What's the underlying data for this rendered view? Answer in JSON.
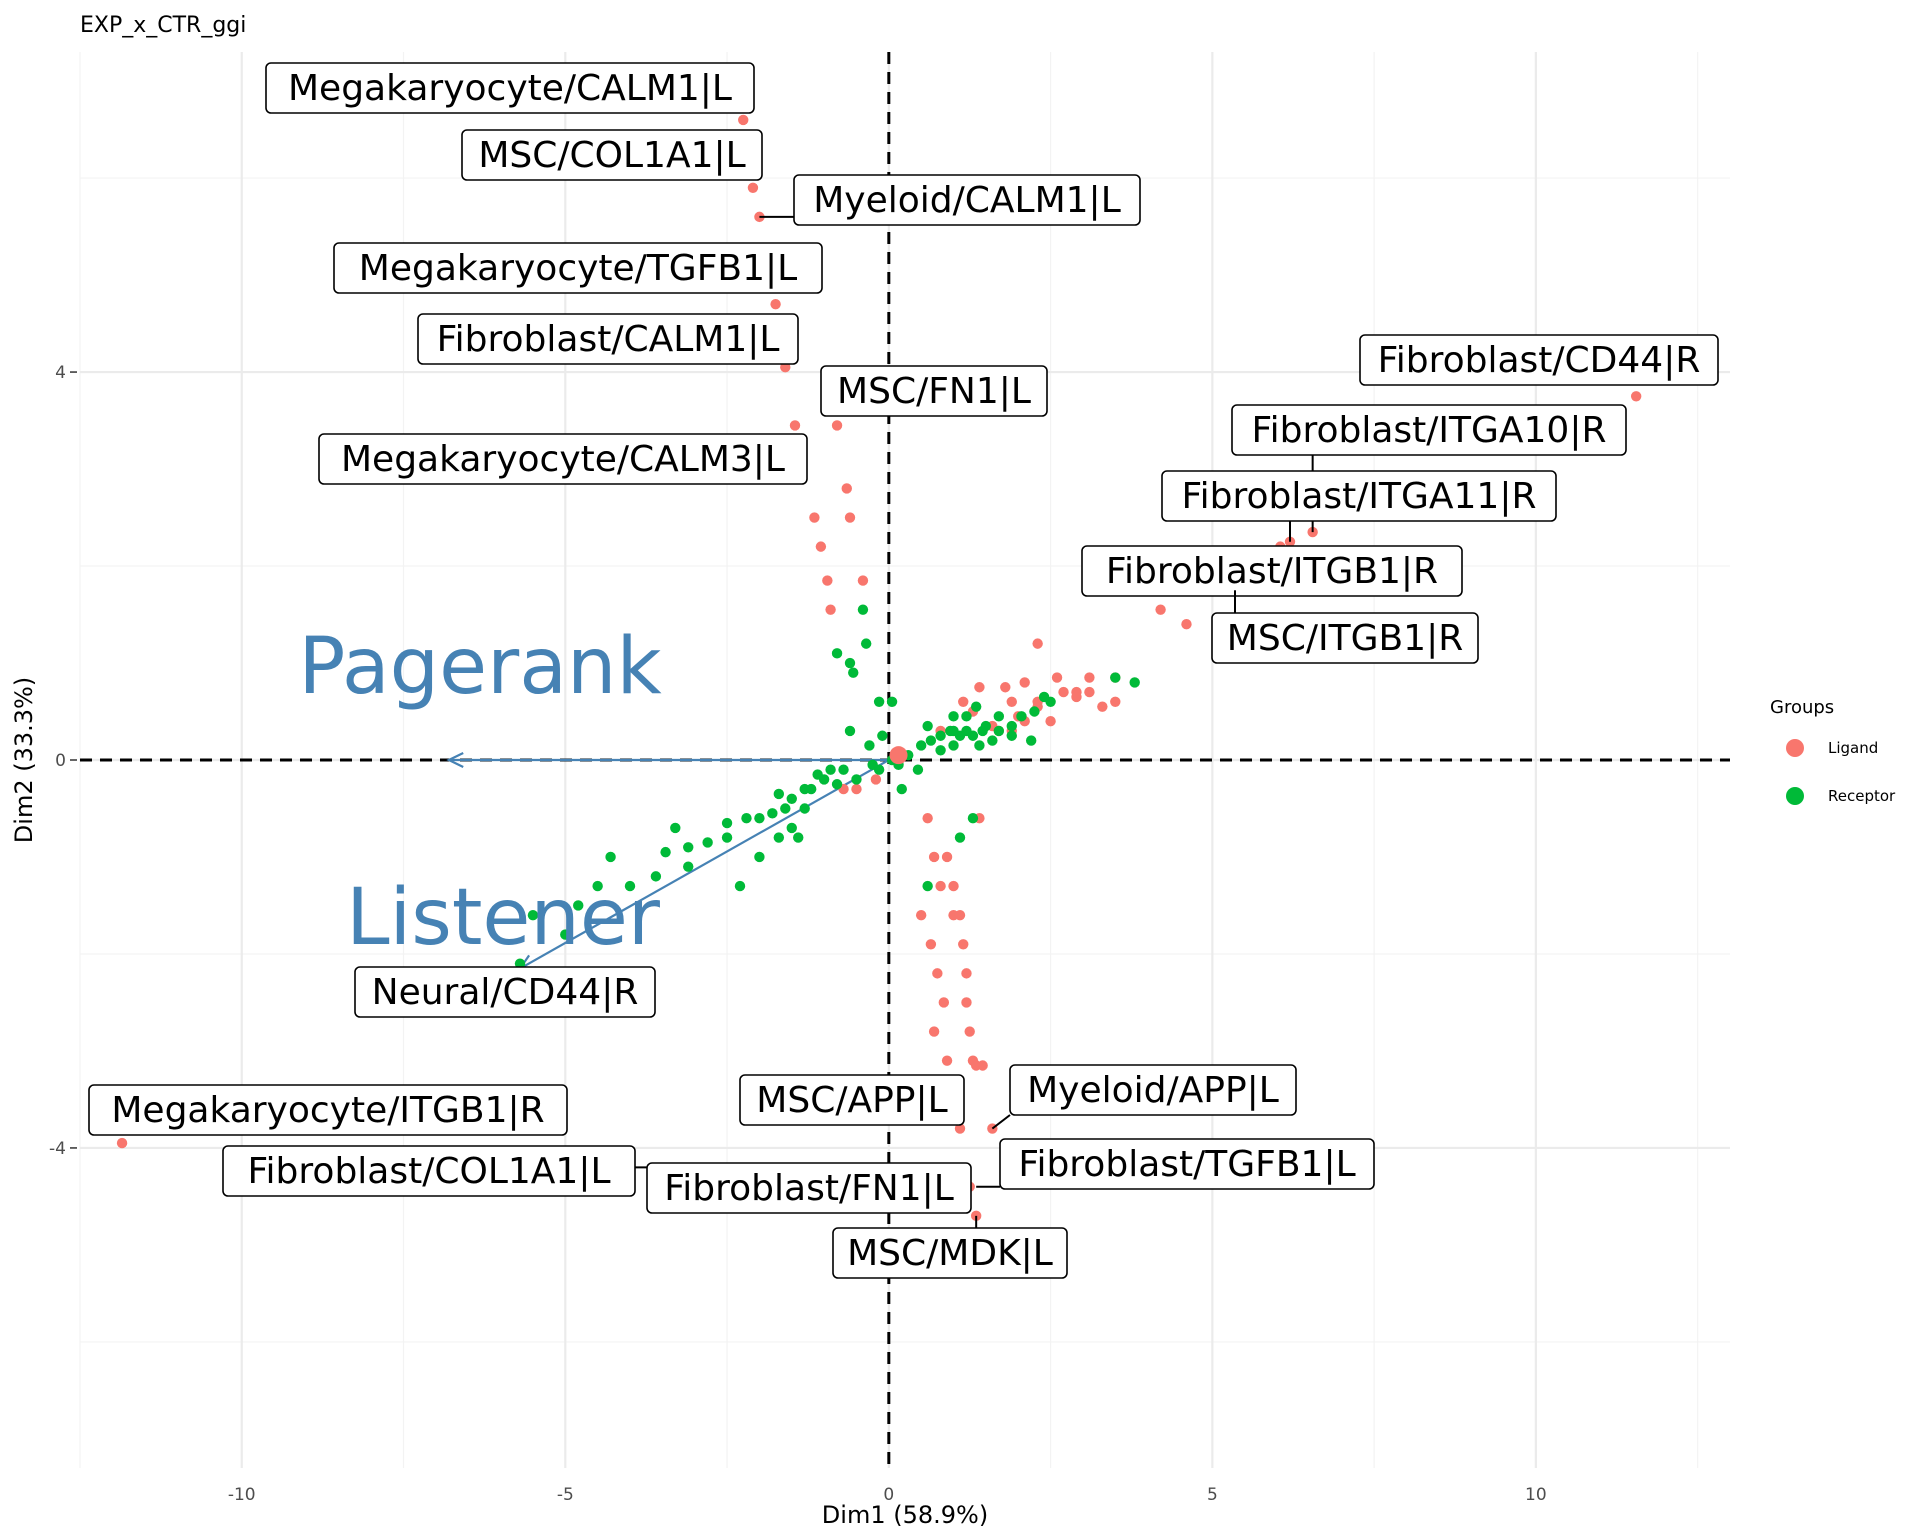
{
  "chart_data": {
    "type": "scatter",
    "title": "EXP_x_CTR_ggi",
    "xlabel": "Dim1 (58.9%)",
    "ylabel": "Dim2 (33.3%)",
    "xlim": [
      -12.5,
      13
    ],
    "ylim": [
      -7.3,
      7.3
    ],
    "x_ticks": [
      -10,
      -5,
      0,
      5,
      10
    ],
    "x_tick_labels": [
      "-10",
      "-5",
      "0",
      "5",
      "10"
    ],
    "y_ticks": [
      4,
      0,
      -4
    ],
    "y_tick_labels": [
      "4",
      "0",
      "-4"
    ],
    "grid": true,
    "reference_lines": {
      "x": 0,
      "y": 0,
      "style": "dashed"
    },
    "legend": {
      "title": "Groups",
      "placement": "right",
      "entries": [
        {
          "label": "Ligand",
          "color": "#F8766D"
        },
        {
          "label": "Receptor",
          "color": "#00BA38"
        }
      ]
    },
    "series": [
      {
        "name": "Ligand",
        "color": "#F8766D",
        "points": [
          [
            -2.25,
            6.6
          ],
          [
            -2.1,
            5.9
          ],
          [
            -2.0,
            5.6
          ],
          [
            -1.75,
            4.7
          ],
          [
            -1.6,
            4.05
          ],
          [
            -1.45,
            3.45
          ],
          [
            -1.35,
            3.1
          ],
          [
            -0.8,
            3.45
          ],
          [
            -0.65,
            2.8
          ],
          [
            -1.15,
            2.5
          ],
          [
            -0.6,
            2.5
          ],
          [
            -1.05,
            2.2
          ],
          [
            -0.95,
            1.85
          ],
          [
            -0.4,
            1.85
          ],
          [
            -0.9,
            1.55
          ],
          [
            1.4,
            -0.6
          ],
          [
            0.6,
            -0.6
          ],
          [
            0.7,
            -1.0
          ],
          [
            0.9,
            -1.0
          ],
          [
            1.0,
            -1.3
          ],
          [
            0.8,
            -1.3
          ],
          [
            1.0,
            -1.6
          ],
          [
            1.1,
            -1.6
          ],
          [
            0.5,
            -1.6
          ],
          [
            1.15,
            -1.9
          ],
          [
            0.65,
            -1.9
          ],
          [
            1.2,
            -2.2
          ],
          [
            0.75,
            -2.2
          ],
          [
            1.2,
            -2.5
          ],
          [
            0.85,
            -2.5
          ],
          [
            1.25,
            -2.8
          ],
          [
            0.7,
            -2.8
          ],
          [
            1.3,
            -3.1
          ],
          [
            0.9,
            -3.1
          ],
          [
            1.35,
            -3.15
          ],
          [
            1.45,
            -3.15
          ],
          [
            1.1,
            -3.8
          ],
          [
            1.6,
            -3.8
          ],
          [
            1.25,
            -4.4
          ],
          [
            1.35,
            -4.7
          ],
          [
            0.2,
            0.05
          ],
          [
            0.1,
            0.0
          ],
          [
            -0.5,
            -0.3
          ],
          [
            -0.7,
            -0.3
          ],
          [
            -0.2,
            -0.2
          ],
          [
            1.9,
            0.6
          ],
          [
            2.3,
            0.6
          ],
          [
            2.0,
            0.45
          ],
          [
            2.1,
            0.4
          ],
          [
            1.6,
            0.35
          ],
          [
            2.5,
            0.4
          ],
          [
            2.7,
            0.7
          ],
          [
            2.9,
            0.7
          ],
          [
            3.1,
            0.7
          ],
          [
            2.9,
            0.65
          ],
          [
            3.3,
            0.55
          ],
          [
            3.5,
            0.6
          ],
          [
            2.3,
            0.55
          ],
          [
            1.3,
            0.5
          ],
          [
            1.15,
            0.6
          ],
          [
            1.4,
            0.75
          ],
          [
            1.8,
            0.75
          ],
          [
            2.1,
            0.8
          ],
          [
            2.6,
            0.85
          ],
          [
            3.1,
            0.85
          ],
          [
            3.5,
            0.85
          ],
          [
            2.3,
            1.2
          ],
          [
            1.7,
            0.3
          ],
          [
            0.8,
            0.3
          ],
          [
            1.9,
            0.3
          ],
          [
            4.2,
            1.55
          ],
          [
            4.6,
            1.4
          ],
          [
            5.35,
            1.75
          ],
          [
            6.2,
            2.25
          ],
          [
            6.55,
            2.35
          ],
          [
            6.05,
            2.2
          ],
          [
            11.55,
            3.75
          ],
          [
            -11.85,
            -3.95
          ]
        ]
      },
      {
        "name": "Receptor",
        "color": "#00BA38",
        "points": [
          [
            -0.4,
            1.55
          ],
          [
            -0.35,
            1.2
          ],
          [
            -0.6,
            1.0
          ],
          [
            -0.8,
            1.1
          ],
          [
            -0.55,
            0.9
          ],
          [
            -0.15,
            0.6
          ],
          [
            0.05,
            0.6
          ],
          [
            -0.6,
            0.3
          ],
          [
            -0.1,
            0.25
          ],
          [
            -0.3,
            0.15
          ],
          [
            -0.5,
            -0.2
          ],
          [
            -0.7,
            -0.1
          ],
          [
            -0.9,
            -0.1
          ],
          [
            -1.0,
            -0.2
          ],
          [
            -1.1,
            -0.15
          ],
          [
            -1.2,
            -0.3
          ],
          [
            -1.3,
            -0.3
          ],
          [
            -1.5,
            -0.4
          ],
          [
            -1.6,
            -0.5
          ],
          [
            -1.7,
            -0.35
          ],
          [
            -1.8,
            -0.55
          ],
          [
            -2.0,
            -0.6
          ],
          [
            -2.2,
            -0.6
          ],
          [
            -2.5,
            -0.65
          ],
          [
            -2.8,
            -0.85
          ],
          [
            -3.1,
            -0.9
          ],
          [
            -3.3,
            -0.7
          ],
          [
            -3.45,
            -0.95
          ],
          [
            -3.6,
            -1.2
          ],
          [
            -3.1,
            -1.1
          ],
          [
            -4.0,
            -1.3
          ],
          [
            -4.3,
            -1.0
          ],
          [
            -4.5,
            -1.3
          ],
          [
            -4.8,
            -1.5
          ],
          [
            -5.0,
            -1.8
          ],
          [
            -5.5,
            -1.6
          ],
          [
            -5.7,
            -2.1
          ],
          [
            -5.2,
            -2.3
          ],
          [
            -2.0,
            -1.0
          ],
          [
            -2.3,
            -1.3
          ],
          [
            -2.5,
            -0.8
          ],
          [
            -1.7,
            -0.8
          ],
          [
            -1.5,
            -0.7
          ],
          [
            -1.3,
            -0.5
          ],
          [
            -1.4,
            -0.8
          ],
          [
            -0.8,
            -0.25
          ],
          [
            -0.25,
            -0.05
          ],
          [
            -0.15,
            -0.1
          ],
          [
            0.05,
            0.0
          ],
          [
            0.15,
            -0.05
          ],
          [
            0.3,
            0.05
          ],
          [
            0.5,
            0.15
          ],
          [
            0.65,
            0.2
          ],
          [
            0.8,
            0.25
          ],
          [
            0.95,
            0.3
          ],
          [
            1.1,
            0.25
          ],
          [
            1.2,
            0.3
          ],
          [
            1.3,
            0.25
          ],
          [
            1.45,
            0.3
          ],
          [
            1.5,
            0.35
          ],
          [
            1.7,
            0.3
          ],
          [
            1.9,
            0.35
          ],
          [
            2.05,
            0.45
          ],
          [
            2.25,
            0.5
          ],
          [
            2.5,
            0.6
          ],
          [
            0.8,
            0.1
          ],
          [
            1.0,
            0.15
          ],
          [
            1.4,
            0.15
          ],
          [
            1.6,
            0.2
          ],
          [
            0.6,
            0.35
          ],
          [
            1.2,
            0.45
          ],
          [
            2.2,
            0.2
          ],
          [
            1.9,
            0.25
          ],
          [
            1.0,
            0.45
          ],
          [
            0.45,
            -0.1
          ],
          [
            0.2,
            -0.3
          ],
          [
            0.6,
            -1.3
          ],
          [
            1.1,
            -0.8
          ],
          [
            1.3,
            -0.6
          ],
          [
            2.4,
            0.65
          ],
          [
            3.5,
            0.85
          ],
          [
            3.8,
            0.8
          ],
          [
            1.0,
            0.3
          ],
          [
            1.35,
            0.55
          ],
          [
            1.7,
            0.45
          ]
        ]
      }
    ],
    "highlight_point": {
      "x": 0.15,
      "y": 0.05,
      "color": "#F8766D"
    },
    "annotations": [
      {
        "text": "Pagerank",
        "color": "#4682B4"
      },
      {
        "text": "Listener",
        "color": "#4682B4"
      }
    ],
    "arrows": [
      {
        "name": "Pagerank",
        "from": [
          0.0,
          0.0
        ],
        "to": [
          -6.8,
          0.0
        ],
        "color": "#4682B4"
      },
      {
        "name": "Listener",
        "from": [
          0.0,
          0.0
        ],
        "to": [
          -5.7,
          -2.15
        ],
        "color": "#4682B4"
      }
    ],
    "labels": [
      {
        "text": "Megakaryocyte/CALM1|L",
        "x": -2.25,
        "y": 6.6
      },
      {
        "text": "MSC/COL1A1|L",
        "x": -2.1,
        "y": 5.9
      },
      {
        "text": "Myeloid/CALM1|L",
        "x": -2.0,
        "y": 5.6
      },
      {
        "text": "Megakaryocyte/TGFB1|L",
        "x": -1.75,
        "y": 4.7
      },
      {
        "text": "Fibroblast/CALM1|L",
        "x": -1.6,
        "y": 4.05
      },
      {
        "text": "MSC/FN1|L",
        "x": -0.8,
        "y": 3.45
      },
      {
        "text": "Megakaryocyte/CALM3|L",
        "x": -1.45,
        "y": 3.45
      },
      {
        "text": "Fibroblast/CD44|R",
        "x": 11.55,
        "y": 3.75
      },
      {
        "text": "Fibroblast/ITGA10|R",
        "x": 6.55,
        "y": 2.35
      },
      {
        "text": "Fibroblast/ITGA11|R",
        "x": 6.2,
        "y": 2.25
      },
      {
        "text": "Fibroblast/ITGB1|R",
        "x": 6.05,
        "y": 2.2
      },
      {
        "text": "MSC/ITGB1|R",
        "x": 5.35,
        "y": 1.75
      },
      {
        "text": "Neural/CD44|R",
        "x": -5.7,
        "y": -2.1
      },
      {
        "text": "Megakaryocyte/ITGB1|R",
        "x": -11.85,
        "y": -3.95
      },
      {
        "text": "MSC/APP|L",
        "x": 1.1,
        "y": -3.8
      },
      {
        "text": "Myeloid/APP|L",
        "x": 1.6,
        "y": -3.8
      },
      {
        "text": "Fibroblast/COL1A1|L",
        "x": -0.2,
        "y": -4.2
      },
      {
        "text": "Fibroblast/TGFB1|L",
        "x": 1.35,
        "y": -4.4
      },
      {
        "text": "Fibroblast/FN1|L",
        "x": 1.25,
        "y": -4.4
      },
      {
        "text": "MSC/MDK|L",
        "x": 1.35,
        "y": -4.7
      }
    ]
  }
}
